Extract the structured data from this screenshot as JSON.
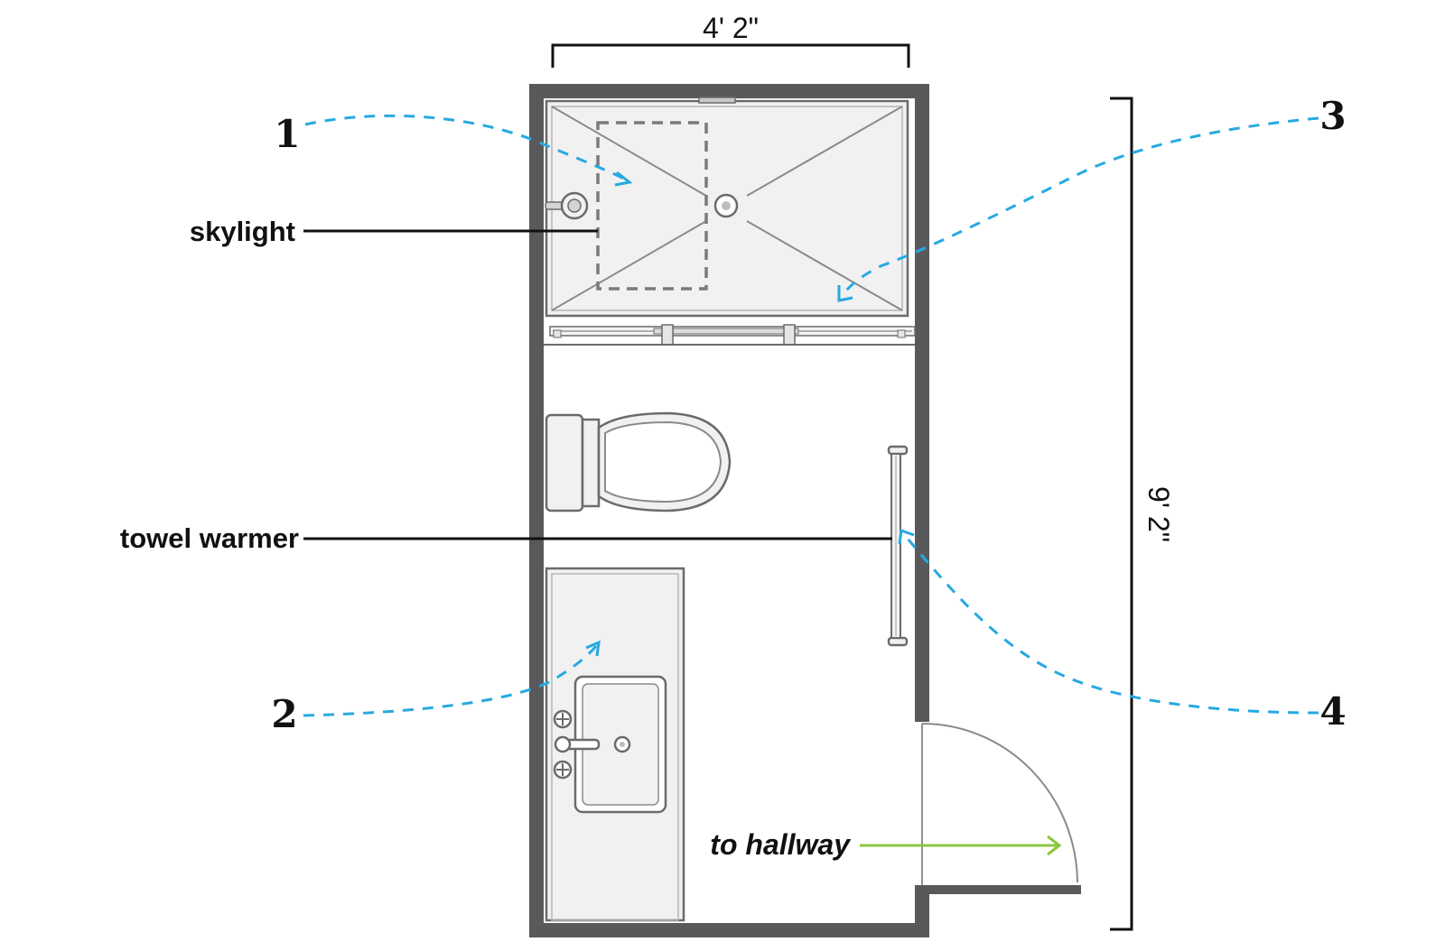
{
  "dimensions": {
    "width_label": "4' 2\"",
    "height_label": "9' 2\""
  },
  "callouts": {
    "skylight": "skylight",
    "towel_warmer": "towel warmer"
  },
  "markers": [
    "1",
    "2",
    "3",
    "4"
  ],
  "hallway_label": "to hallway",
  "colors": {
    "wall": "#58595b",
    "viewpoint_arrows": "#27a9e1",
    "hallway_arrow": "#8cc63f",
    "fixture_fill": "#f0f1f0",
    "fixture_stroke": "#6b6b6b"
  }
}
